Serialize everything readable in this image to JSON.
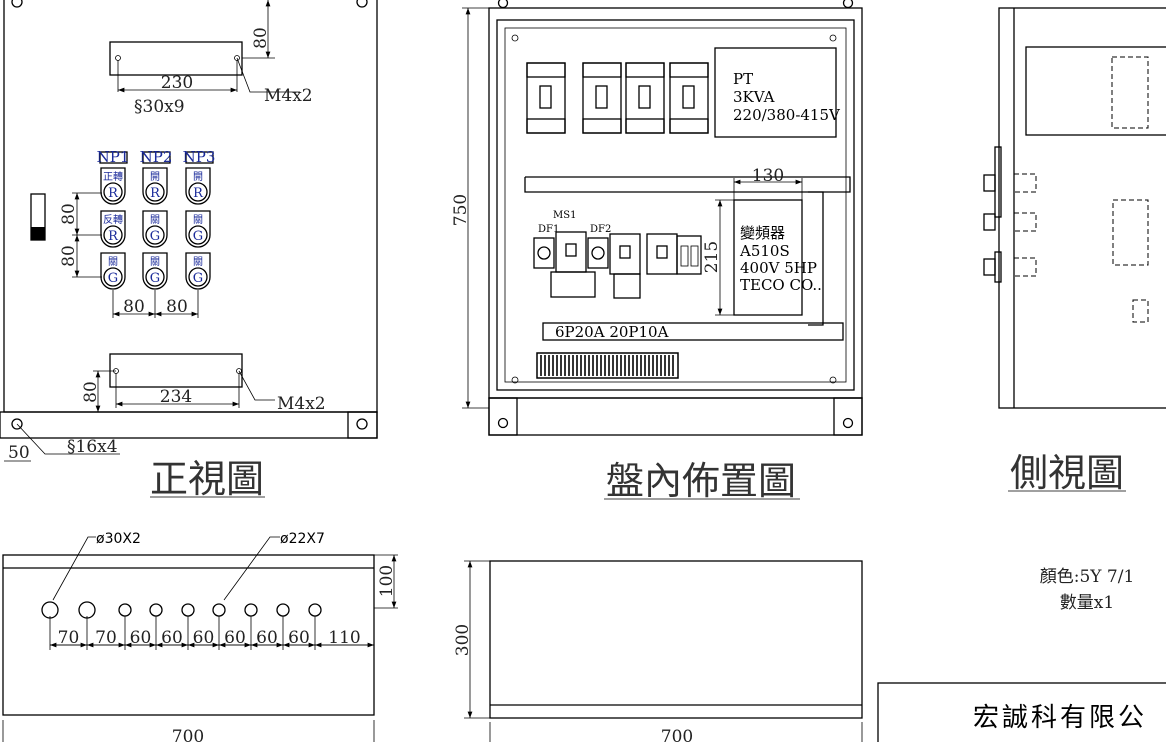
{
  "front_view": {
    "title": "正視圖",
    "top_plate": {
      "dim_offset": "80",
      "dim_width": "230",
      "hole_label": "§30x9",
      "screw_label": "M4x2"
    },
    "bottom_plate": {
      "dim_offset": "80",
      "dim_width": "234",
      "screw_label": "M4x2"
    },
    "mount_hole_label": "§16x4",
    "mount_offset": "50",
    "nameplates": [
      "NP1",
      "NP2",
      "NP3"
    ],
    "lamps": [
      [
        {
          "label": "正轉",
          "letter": "R"
        },
        {
          "label": "開",
          "letter": "R"
        },
        {
          "label": "開",
          "letter": "R"
        }
      ],
      [
        {
          "label": "反轉",
          "letter": "R"
        },
        {
          "label": "關",
          "letter": "G"
        },
        {
          "label": "關",
          "letter": "G"
        }
      ],
      [
        {
          "label": "關",
          "letter": "G"
        },
        {
          "label": "關",
          "letter": "G"
        },
        {
          "label": "關",
          "letter": "G"
        }
      ]
    ],
    "lamp_dims": {
      "v1": "80",
      "v2": "80",
      "h1": "80",
      "h2": "80"
    }
  },
  "layout_view": {
    "title": "盤內佈置圖",
    "height_dim": "750",
    "pt": {
      "line1": "PT",
      "line2": "3KVA",
      "line3": "220/380-415V"
    },
    "inverter": {
      "line1": "變頻器",
      "line2": "A510S",
      "line3": "400V 5HP",
      "line4": "TECO CO.."
    },
    "inverter_width_dim": "130",
    "inverter_height_dim": "215",
    "component_labels": {
      "ms1": "MS1",
      "df1": "DF1",
      "df2": "DF2"
    },
    "terminal_label": "6P20A  20P10A"
  },
  "side_view": {
    "title": "側視圖"
  },
  "bottom_view": {
    "hole_label_large": "ø30X2",
    "hole_label_small": "ø22X7",
    "spacings": [
      "70",
      "70",
      "60",
      "60",
      "60",
      "60",
      "60",
      "60",
      "110"
    ],
    "depth_dim": "100",
    "width_dim": "700"
  },
  "top_view": {
    "depth_dim": "300",
    "width_dim": "700"
  },
  "notes": {
    "color": "顏色:5Y 7/1",
    "quantity": "數量x1"
  },
  "title_block": {
    "company": "宏誠科有限公"
  }
}
